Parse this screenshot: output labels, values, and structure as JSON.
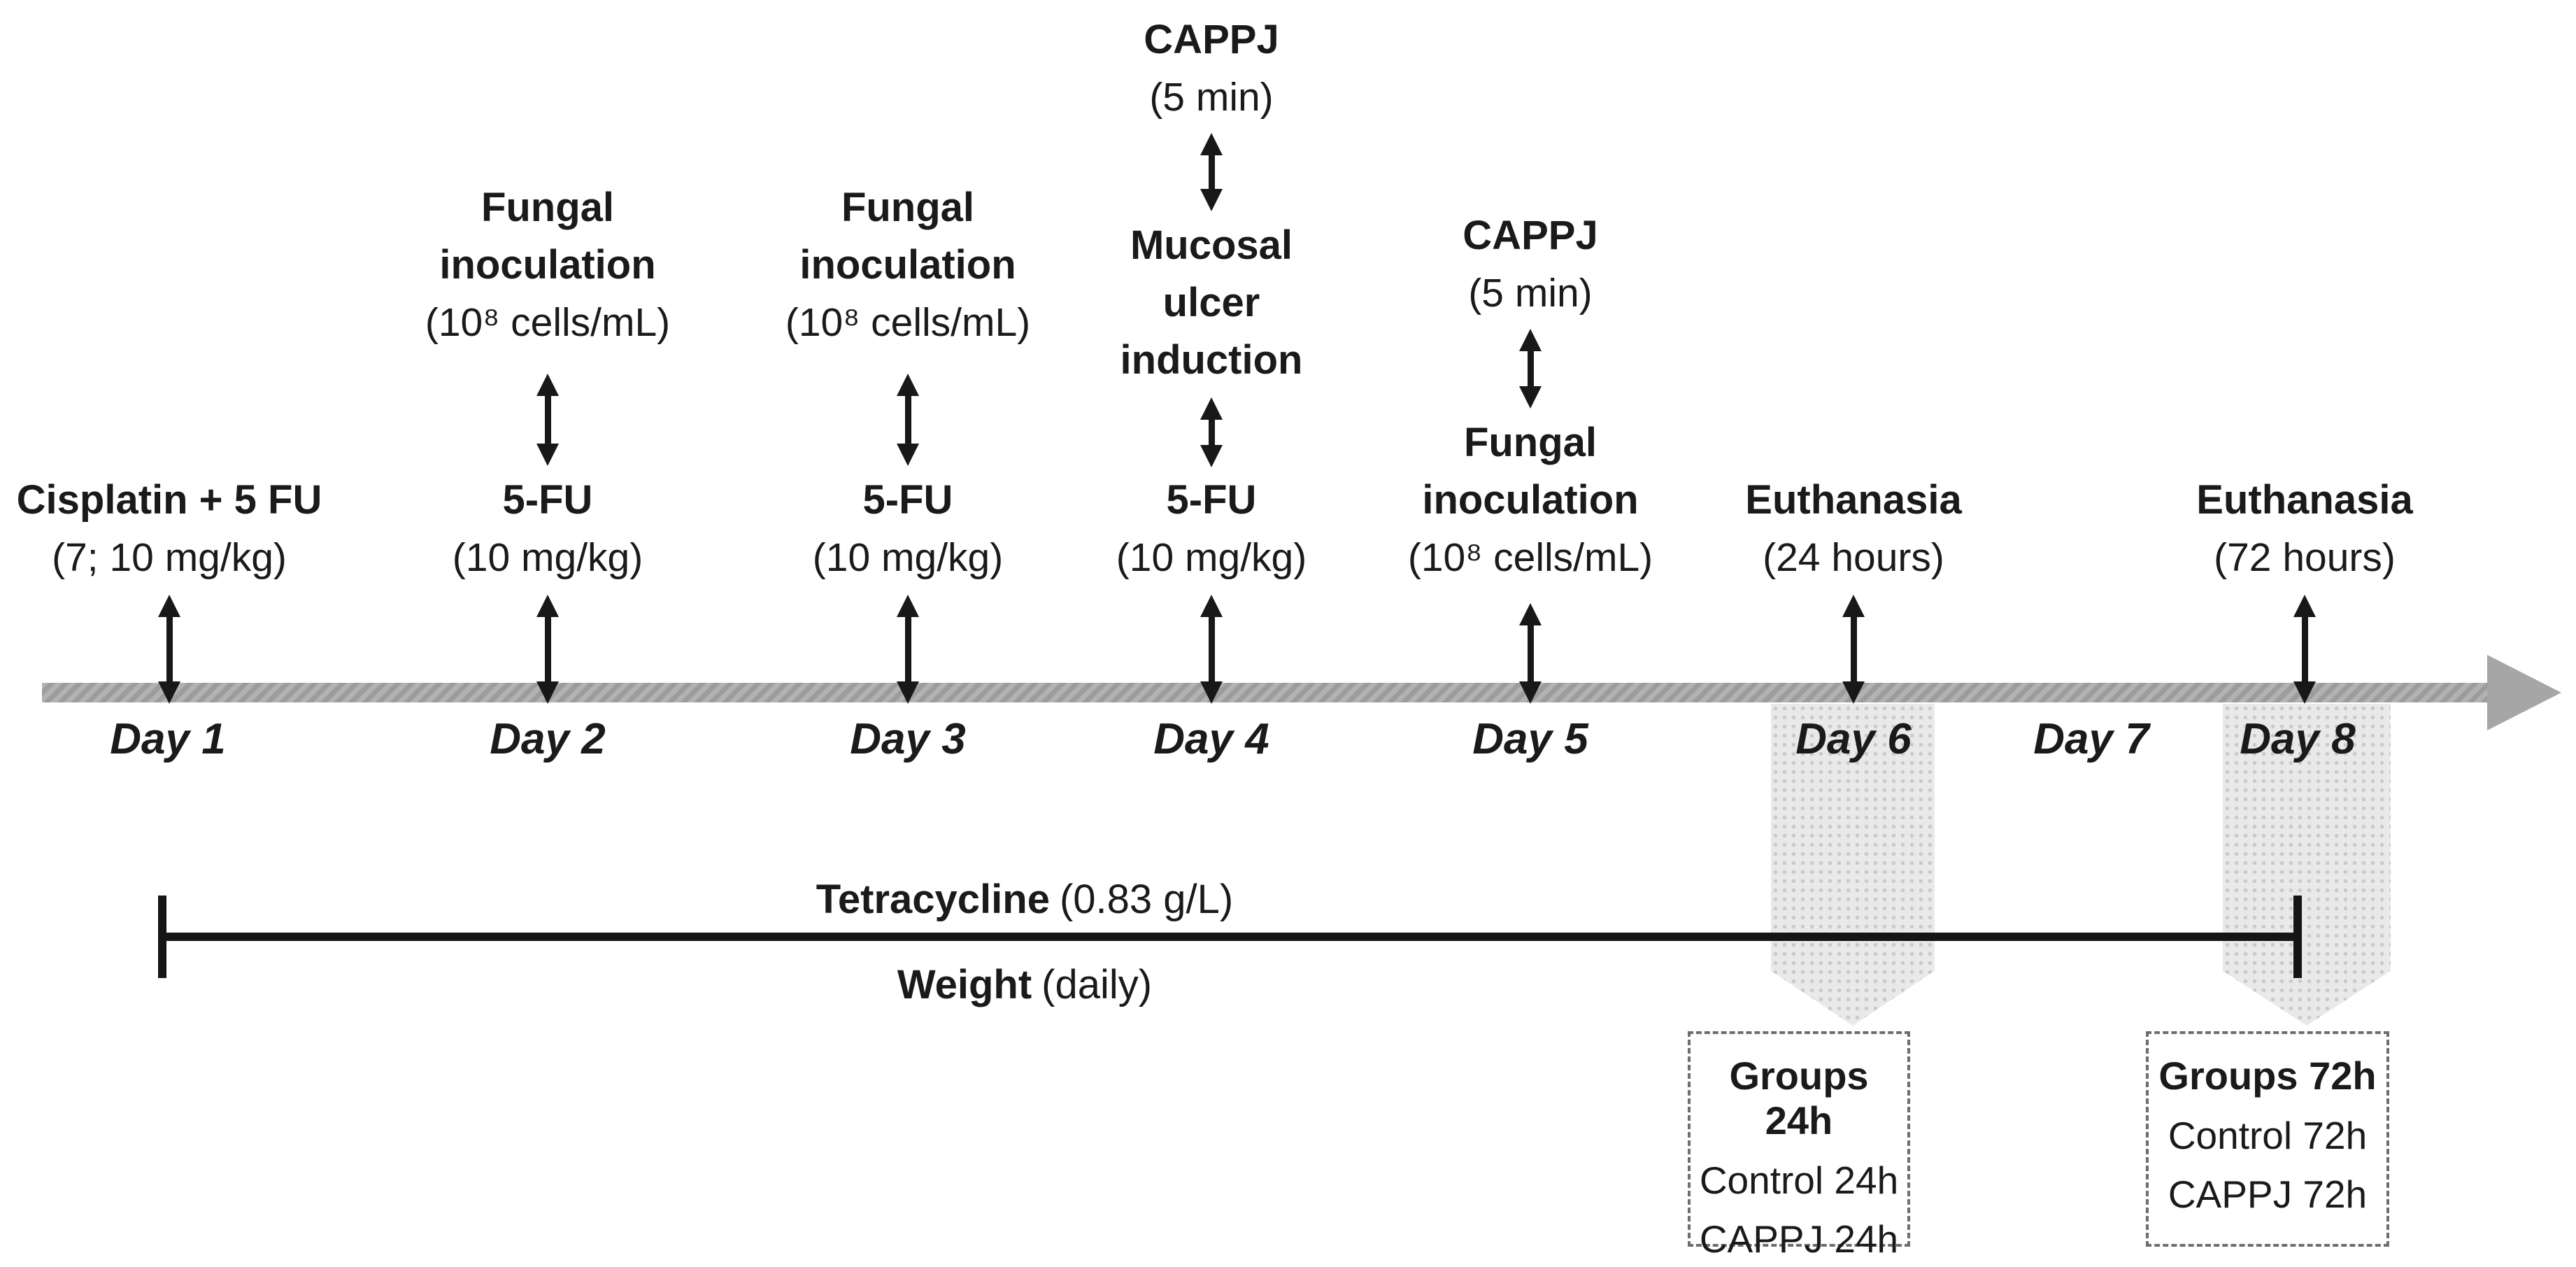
{
  "columns": {
    "day1": {
      "label": "Day 1",
      "event": {
        "title": "Cisplatin + 5 FU",
        "detail": "(7; 10 mg/kg)"
      }
    },
    "day2": {
      "label": "Day 2",
      "top": {
        "title": "Fungal\ninoculation",
        "detail": "(10⁸ cells/mL)"
      },
      "event": {
        "title": "5-FU",
        "detail": "(10 mg/kg)"
      }
    },
    "day3": {
      "label": "Day 3",
      "top": {
        "title": "Fungal\ninoculation",
        "detail": "(10⁸ cells/mL)"
      },
      "event": {
        "title": "5-FU",
        "detail": "(10 mg/kg)"
      }
    },
    "day4": {
      "label": "Day 4",
      "top": {
        "title": "CAPPJ",
        "detail": "(5 min)"
      },
      "mid": {
        "title": "Mucosal\nulcer\ninduction"
      },
      "event": {
        "title": "5-FU",
        "detail": "(10 mg/kg)"
      }
    },
    "day5": {
      "label": "Day 5",
      "top": {
        "title": "CAPPJ",
        "detail": "(5 min)"
      },
      "event": {
        "title": "Fungal\ninoculation",
        "detail": "(10⁸ cells/mL)"
      }
    },
    "day6": {
      "label": "Day 6",
      "event": {
        "title": "Euthanasia",
        "detail": "(24 hours)"
      }
    },
    "day7": {
      "label": "Day 7"
    },
    "day8": {
      "label": "Day 8",
      "event": {
        "title": "Euthanasia",
        "detail": "(72 hours)"
      }
    }
  },
  "treatments": {
    "tetracycline": {
      "name": "Tetracycline",
      "detail": "(0.83 g/L)"
    },
    "weight": {
      "name": "Weight",
      "detail": "(daily)"
    }
  },
  "groups": {
    "h24": {
      "title": "Groups 24h",
      "item1": "Control 24h",
      "item2": "CAPPJ 24h"
    },
    "h72": {
      "title": "Groups 72h",
      "item1": "Control 72h",
      "item2": "CAPPJ 72h"
    }
  },
  "colors": {
    "timeline_bar": "#a6a6a6",
    "block_arrow": "#e9e9e9",
    "ink": "#1a1a1a"
  }
}
